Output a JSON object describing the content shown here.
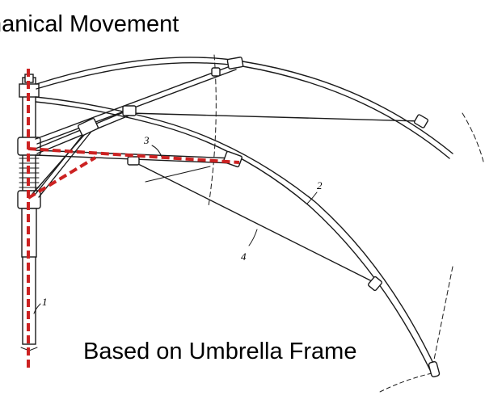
{
  "title": "hanical Movement",
  "caption": "Based on Umbrella Frame",
  "labels": {
    "pole": "1",
    "rib": "2",
    "stretcher": "3",
    "support": "4"
  },
  "colors": {
    "line": "#1a1a1a",
    "highlight": "#cc2222",
    "background": "#ffffff"
  }
}
